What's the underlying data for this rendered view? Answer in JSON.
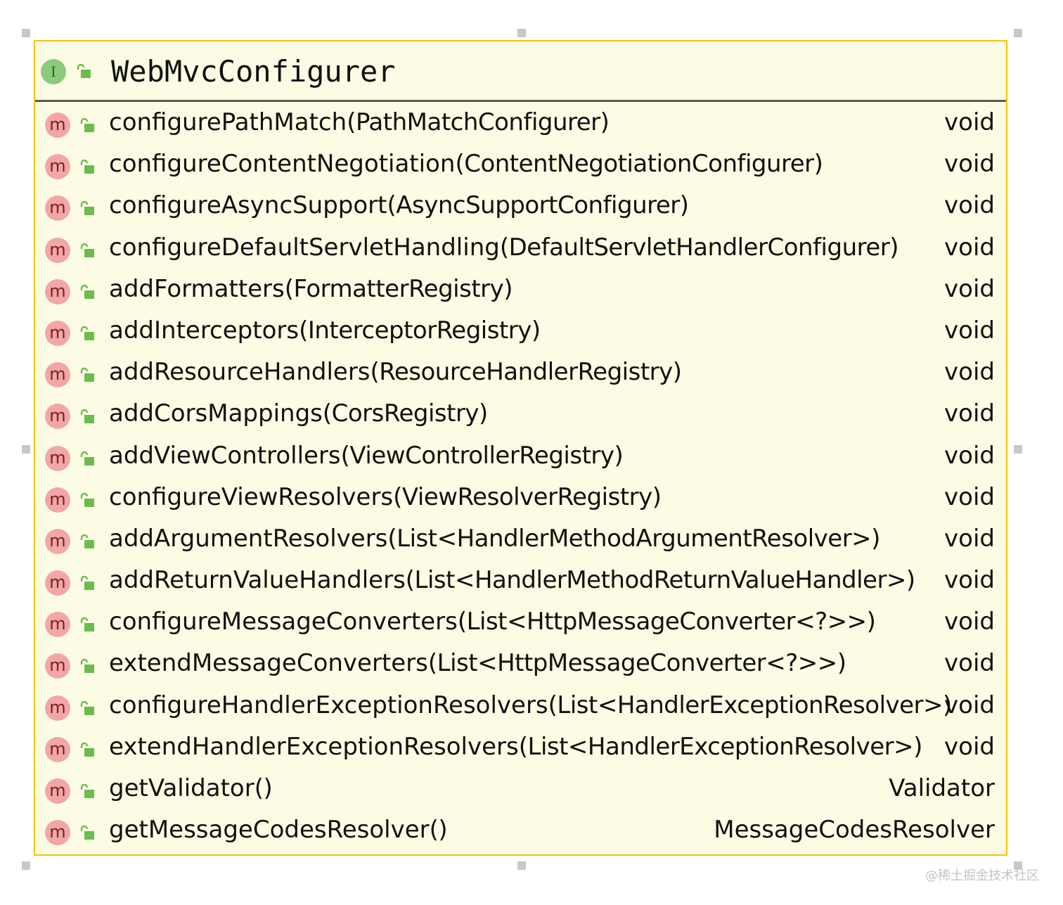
{
  "interface": {
    "badge": "I",
    "name": "WebMvcConfigurer"
  },
  "methods": [
    {
      "name": "configurePathMatch",
      "params": "(PathMatchConfigurer)",
      "returns": "void"
    },
    {
      "name": "configureContentNegotiation",
      "params": "(ContentNegotiationConfigurer)",
      "returns": "void"
    },
    {
      "name": "configureAsyncSupport",
      "params": "(AsyncSupportConfigurer)",
      "returns": "void"
    },
    {
      "name": "configureDefaultServletHandling",
      "params": "(DefaultServletHandlerConfigurer)",
      "returns": "void"
    },
    {
      "name": "addFormatters",
      "params": "(FormatterRegistry)",
      "returns": "void"
    },
    {
      "name": "addInterceptors",
      "params": "(InterceptorRegistry)",
      "returns": "void"
    },
    {
      "name": "addResourceHandlers",
      "params": "(ResourceHandlerRegistry)",
      "returns": "void"
    },
    {
      "name": "addCorsMappings",
      "params": "(CorsRegistry)",
      "returns": "void"
    },
    {
      "name": "addViewControllers",
      "params": "(ViewControllerRegistry)",
      "returns": "void"
    },
    {
      "name": "configureViewResolvers",
      "params": "(ViewResolverRegistry)",
      "returns": "void"
    },
    {
      "name": "addArgumentResolvers",
      "params": "(List<HandlerMethodArgumentResolver>)",
      "returns": "void"
    },
    {
      "name": "addReturnValueHandlers",
      "params": "(List<HandlerMethodReturnValueHandler>)",
      "returns": "void"
    },
    {
      "name": "configureMessageConverters",
      "params": "(List<HttpMessageConverter<?>>)",
      "returns": "void"
    },
    {
      "name": "extendMessageConverters",
      "params": "(List<HttpMessageConverter<?>>)",
      "returns": "void"
    },
    {
      "name": "configureHandlerExceptionResolvers",
      "params": "(List<HandlerExceptionResolver>)",
      "returns": "void"
    },
    {
      "name": "extendHandlerExceptionResolvers",
      "params": "(List<HandlerExceptionResolver>)",
      "returns": "void"
    },
    {
      "name": "getValidator",
      "params": "()",
      "returns": "Validator"
    },
    {
      "name": "getMessageCodesResolver",
      "params": "()",
      "returns": "MessageCodesResolver"
    }
  ],
  "method_badge": "m",
  "icons": {
    "interface": "interface-icon",
    "method": "method-icon",
    "visibility": "public-lock-icon"
  },
  "colors": {
    "box_fill": "#fcfce4",
    "box_border": "#f5c400",
    "interface_badge": "#8ccb79",
    "method_badge": "#f2a7a7",
    "lock": "#6dbb4f"
  },
  "watermark": "@稀土掘金技术社区"
}
